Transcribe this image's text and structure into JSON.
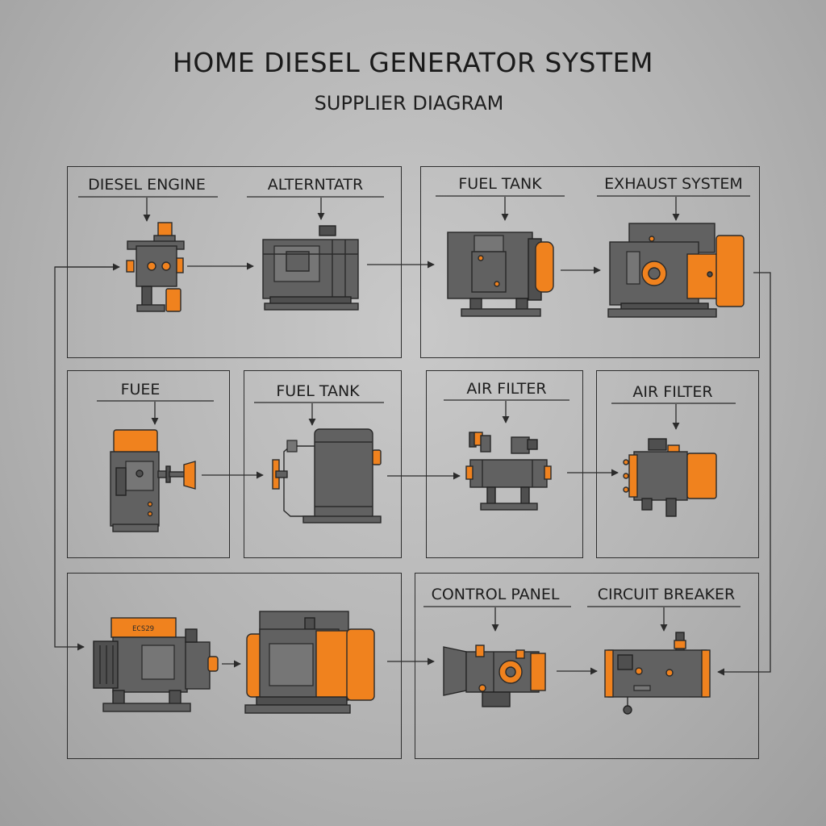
{
  "header": {
    "title": "HOME DIESEL GENERATOR SYSTEM",
    "subtitle": "SUPPLIER DIAGRAM"
  },
  "labels": {
    "diesel_engine": "DIESEL ENGINE",
    "alternator": "ALTERNTATR",
    "fuel_tank_top": "FUEL TANK",
    "exhaust_system": "EXHAUST SYSTEM",
    "fuee": "FUEE",
    "fuel_tank_mid": "FUEL TANK",
    "air_filter_1": "AIR FILTER",
    "air_filter_2": "AIR FILTER",
    "control_panel": "CONTROL PANEL",
    "circuit_breaker": "CIRCUIT BREAKER"
  },
  "component_tags": {
    "motor_plate": "ECS29"
  },
  "colors": {
    "accent": "#f0821e",
    "machine": "#616161",
    "line": "#2b2b2b",
    "background": "#b8b8b8"
  }
}
